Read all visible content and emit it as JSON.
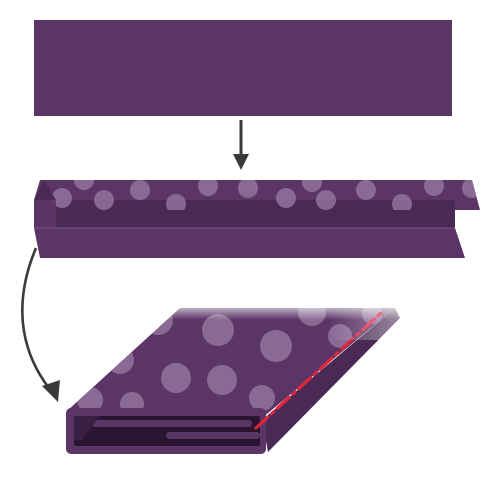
{
  "diagram": {
    "kind": "fabric-folding-sequence",
    "steps": [
      {
        "name": "flat-fabric-strip",
        "pattern": "solid"
      },
      {
        "name": "pressed-fold-strip",
        "pattern": "polka-dot"
      },
      {
        "name": "stitched-folded-binding",
        "pattern": "polka-dot",
        "stitching": "dashed-line"
      }
    ],
    "colors": {
      "fabric": "#5b3566",
      "fabric_dark": "#4a2a55",
      "fabric_shadow": "#3a1f44",
      "fabric_inner": "#2a1530",
      "dots": "#9a7ca6",
      "stitch": "#e0253a",
      "arrow": "#3a3a3a",
      "background": "#ffffff"
    },
    "icons": {
      "step_arrow": "arrow-down-icon",
      "curved_arrow": "curved-arrow-icon"
    }
  }
}
